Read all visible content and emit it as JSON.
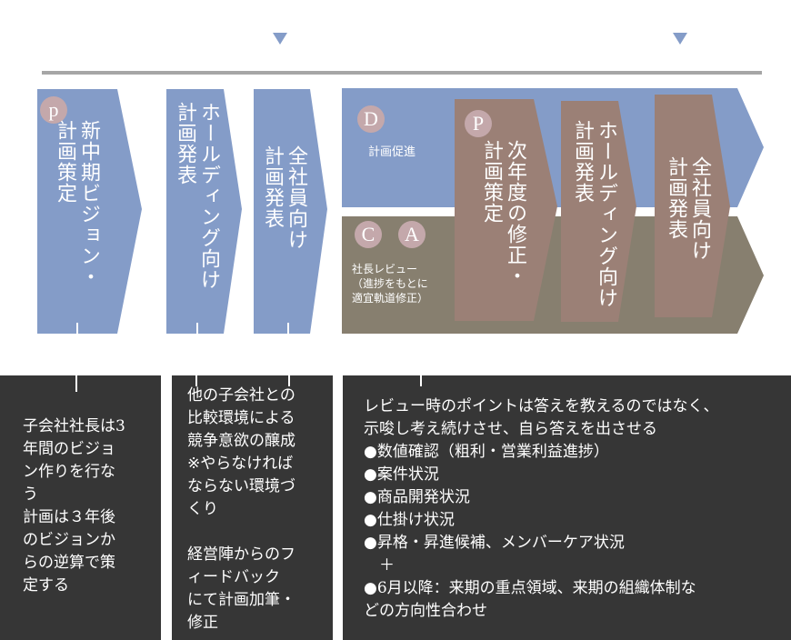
{
  "colors": {
    "blue": "#849cc8",
    "taupe": "#877f6f",
    "mauve": "#9b8076",
    "badge": "#c4a8ab",
    "dark_box": "#363636",
    "timeline": "#a6a6a6",
    "marker": "#849cc8"
  },
  "timeline": {
    "markers": [
      "triangle-down",
      "triangle-down"
    ]
  },
  "phases": [
    {
      "badge": "p",
      "title": "新中期ビジョン・\n計画策定"
    },
    {
      "title": "ホールディング向け\n計画発表"
    },
    {
      "title": "全社員向け\n計画発表"
    }
  ],
  "cycle": {
    "do_badge": "D",
    "do_label": "計画促進",
    "check_badge": "C",
    "act_badge": "A",
    "check_label": "社長レビュー\n（進捗をもとに\n適宜軌道修正）",
    "next_plan": {
      "badge": "P",
      "title": "次年度の修正・\n計画策定"
    },
    "next_holding": {
      "title": "ホールディング向け\n計画発表"
    },
    "next_all": {
      "title": "全社員向け\n計画発表"
    }
  },
  "notes": [
    {
      "text": "子会社社長は3\n年間のビジョ\nン作りを行な\nう\n計画は３年後\nのビジョンか\nらの逆算で策\n定する"
    },
    {
      "text": "他の子会社との\n比較環境による\n競争意欲の醸成\n※やらなければ\nならない環境づ\nくり\n\n経営陣からのフ\nィードバック\nにて計画加筆・\n修正"
    },
    {
      "text": "レビュー時のポイントは答えを教えるのではなく、\n示唆し考え続けさせ、自ら答えを出させる\n●数値確認（粗利・営業利益進捗）\n●案件状況\n●商品開発状況\n●仕掛け状況\n●昇格・昇進候補、メンバーケア状況\n　＋\n●6月以降：来期の重点領域、来期の組織体制な\nどの方向性合わせ"
    }
  ]
}
